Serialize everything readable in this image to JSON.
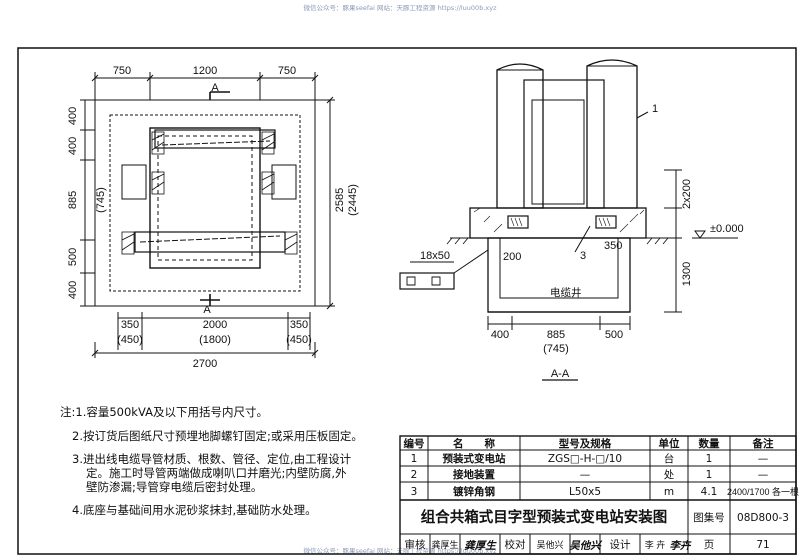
{
  "watermark": {
    "top": "微信公众号：豚果seefai   网站：天豚工程资源 https://luu00b.xyz",
    "bottom": "微信公众号：豚果seefai   网站：天豚工程资源 https://luu00b.xyz"
  },
  "plan": {
    "top_dims": [
      "750",
      "1200",
      "750"
    ],
    "left_dims": [
      "400",
      "400",
      "885",
      "(745)",
      "500",
      "400"
    ],
    "right_dims": [
      "2585",
      "(2445)"
    ],
    "section_mark": "A",
    "bottom_dims": [
      "350",
      "2000",
      "350"
    ],
    "bottom_dims_alt": [
      "(450)",
      "(1800)",
      "(450)"
    ],
    "total_width": "2700"
  },
  "section": {
    "callout": "1",
    "right_dims": [
      "2x200",
      "1300"
    ],
    "elevation": "±0.000",
    "angle_label": "18x50",
    "callout_3": "3",
    "dim_350": "350",
    "dim_200": "200",
    "pit_label": "电缆井",
    "bottom_dims": [
      "400",
      "885",
      "500"
    ],
    "bottom_dim_alt": "(745)",
    "title": "A-A"
  },
  "notes": [
    "注:1.容量500kVA及以下用括号内尺寸。",
    "2.按订货后图纸尺寸预埋地脚螺钉固定;或采用压板固定。",
    "3.进出线电缆导管材质、根数、管径、定位,由工程设计",
    "定。施工时导管两端做成喇叭口并磨光;内壁防腐,外",
    "壁防渗漏;导管穿电缆后密封处理。",
    "4.底座与基础间用水泥砂浆抹封,基础防水处理。"
  ],
  "table": {
    "headers": [
      "编号",
      "名　　称",
      "型号及规格",
      "单位",
      "数量",
      "备注"
    ],
    "rows": [
      [
        "1",
        "预装式变电站",
        "ZGS□-H-□/10",
        "台",
        "1",
        "—"
      ],
      [
        "2",
        "接地装置",
        "—",
        "处",
        "1",
        "—"
      ],
      [
        "3",
        "镀锌角钢",
        "L50x5",
        "m",
        "4.1",
        "2400/1700 各一根"
      ]
    ],
    "title": "组合共箱式目字型预装式变电站安装图",
    "atlas_label": "图集号",
    "atlas_no": "08D800-3",
    "sign_row": [
      "审核",
      "龚厚生",
      "校对",
      "吴他兴",
      "设计",
      "李 卉"
    ],
    "signatures": [
      "龚厚生",
      "吴他兴",
      "李卉"
    ],
    "page_label": "页",
    "page_no": "71"
  }
}
